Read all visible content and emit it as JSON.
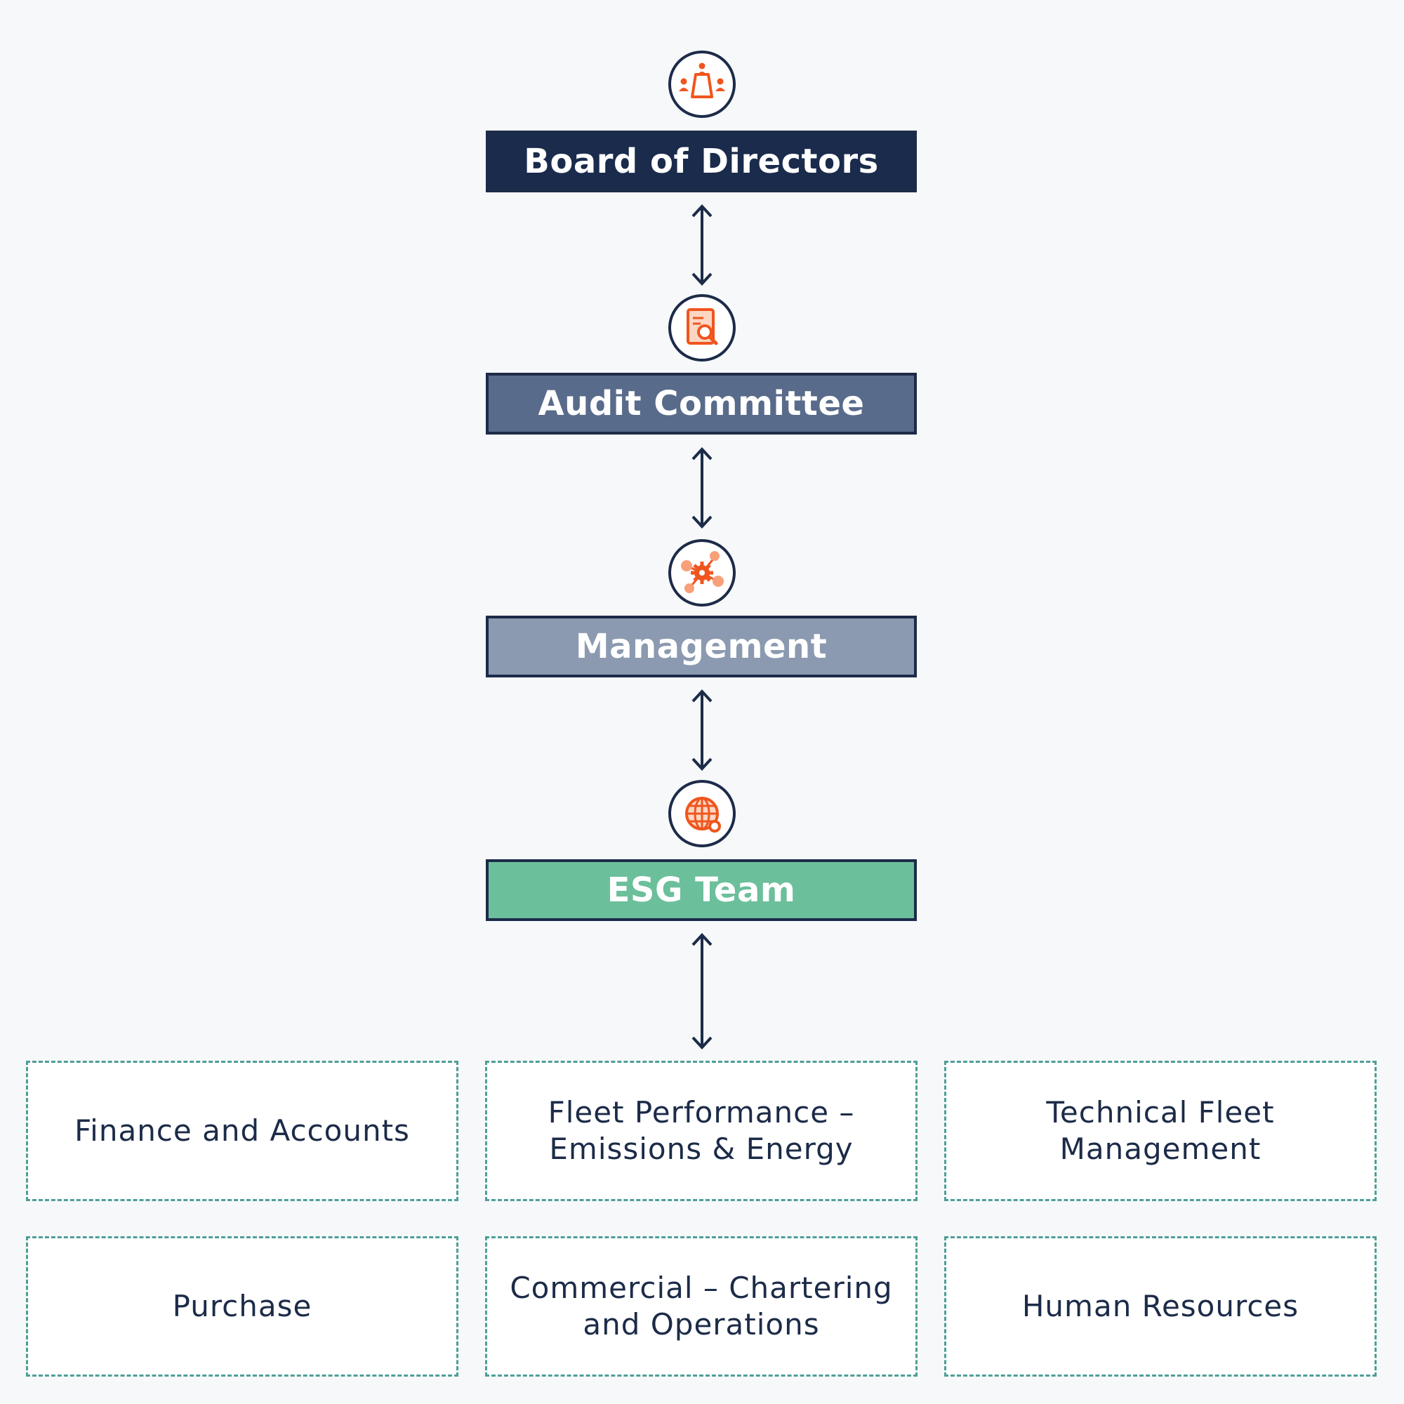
{
  "levels": [
    {
      "label": "Board of Directors",
      "icon": "meeting-table-icon",
      "color": "#1a2b4c"
    },
    {
      "label": "Audit Committee",
      "icon": "document-search-icon",
      "color": "#596b8a"
    },
    {
      "label": "Management",
      "icon": "gear-network-icon",
      "color": "#8b9ab0"
    },
    {
      "label": "ESG Team",
      "icon": "globe-icon",
      "color": "#6cbf9b"
    }
  ],
  "departments": [
    {
      "label": "Finance and Accounts"
    },
    {
      "label": "Fleet Performance – Emissions & Energy"
    },
    {
      "label": "Technical Fleet Management"
    },
    {
      "label": "Purchase"
    },
    {
      "label": "Commercial – Chartering and Operations"
    },
    {
      "label": "Human Resources"
    }
  ],
  "colors": {
    "accent": "#f0551f",
    "outline": "#1c2b48",
    "dept_border": "#4e9e98"
  }
}
